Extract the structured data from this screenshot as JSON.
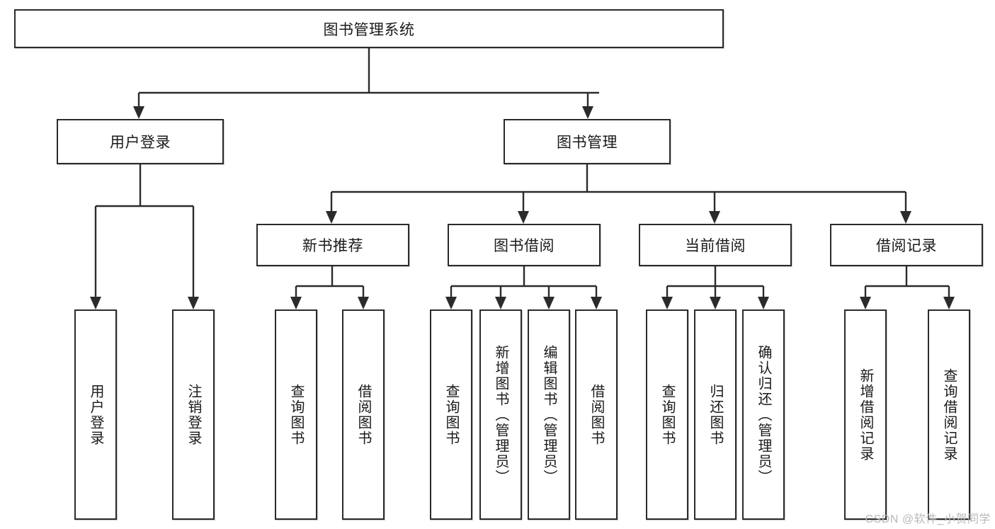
{
  "diagram": {
    "type": "tree",
    "title": "图书管理系统",
    "watermark": "CSDN @软件_小贺同学",
    "colors": {
      "stroke": "#2b2b2b",
      "background": "#ffffff",
      "text": "#1a1a1a",
      "watermark": "#b9b9b9"
    },
    "levels": {
      "root": {
        "label": "图书管理系统"
      },
      "level1": [
        {
          "label": "用户登录"
        },
        {
          "label": "图书管理"
        }
      ],
      "level2": [
        {
          "label": "新书推荐"
        },
        {
          "label": "图书借阅"
        },
        {
          "label": "当前借阅"
        },
        {
          "label": "借阅记录"
        }
      ],
      "leaves": {
        "user_login": [
          {
            "label": "用户登录"
          },
          {
            "label": "注销登录"
          }
        ],
        "new_book_recommend": [
          {
            "label": "查询图书"
          },
          {
            "label": "借阅图书"
          }
        ],
        "book_borrow": [
          {
            "label": "查询图书"
          },
          {
            "label": "新增图书（管理员）"
          },
          {
            "label": "编辑图书（管理员）"
          },
          {
            "label": "借阅图书"
          }
        ],
        "current_borrow": [
          {
            "label": "查询图书"
          },
          {
            "label": "归还图书"
          },
          {
            "label": "确认归还（管理员）"
          }
        ],
        "borrow_record": [
          {
            "label": "新增借阅记录"
          },
          {
            "label": "查询借阅记录"
          }
        ]
      }
    },
    "edges": [
      {
        "from": "图书管理系统",
        "to": "用户登录"
      },
      {
        "from": "图书管理系统",
        "to": "图书管理"
      },
      {
        "from": "用户登录",
        "to": "用户登录"
      },
      {
        "from": "用户登录",
        "to": "注销登录"
      },
      {
        "from": "图书管理",
        "to": "新书推荐"
      },
      {
        "from": "图书管理",
        "to": "图书借阅"
      },
      {
        "from": "图书管理",
        "to": "当前借阅"
      },
      {
        "from": "图书管理",
        "to": "借阅记录"
      },
      {
        "from": "新书推荐",
        "to": "查询图书"
      },
      {
        "from": "新书推荐",
        "to": "借阅图书"
      },
      {
        "from": "图书借阅",
        "to": "查询图书"
      },
      {
        "from": "图书借阅",
        "to": "新增图书（管理员）"
      },
      {
        "from": "图书借阅",
        "to": "编辑图书（管理员）"
      },
      {
        "from": "图书借阅",
        "to": "借阅图书"
      },
      {
        "from": "当前借阅",
        "to": "查询图书"
      },
      {
        "from": "当前借阅",
        "to": "归还图书"
      },
      {
        "from": "当前借阅",
        "to": "确认归还（管理员）"
      },
      {
        "from": "借阅记录",
        "to": "新增借阅记录"
      },
      {
        "from": "借阅记录",
        "to": "查询借阅记录"
      }
    ]
  }
}
